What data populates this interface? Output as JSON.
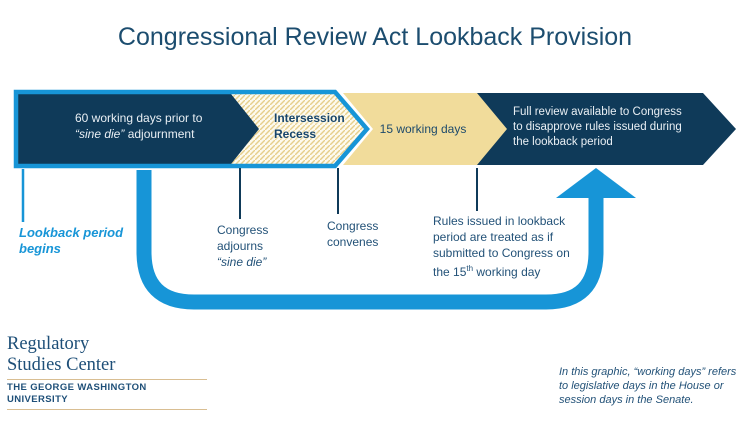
{
  "title": "Congressional Review Act Lookback Provision",
  "colors": {
    "navy": "#0F3A59",
    "bright_blue": "#1795D7",
    "tan": "#F1DC9B",
    "hatch_stripe": "#E6CE8B",
    "navy_text": "#235278",
    "logo_navy": "#1E4F78",
    "logo_rule_tan": "#D9BE92"
  },
  "timeline": {
    "segment1": {
      "line1": "60 working days prior to",
      "line2_italic": "“sine die”",
      "line2_rest": " adjournment"
    },
    "segment2": {
      "line1": "Intersession",
      "line2": "Recess"
    },
    "segment3": {
      "label": "15 working days"
    },
    "segment4": {
      "line1": "Full review available to Congress",
      "line2": "to disapprove rules issued during",
      "line3": "the lookback period"
    }
  },
  "callouts": {
    "lookback": {
      "line1": "Lookback period",
      "line2": "begins"
    },
    "adjourns": {
      "line1": "Congress",
      "line2": "adjourns",
      "line3": "“sine die”"
    },
    "convenes": {
      "line1": "Congress",
      "line2": "convenes"
    },
    "rules": {
      "line1": "Rules issued in lookback",
      "line2": "period are treated as if",
      "line3": "submitted to Congress on",
      "line4_pre": "the 15",
      "line4_sup": "th",
      "line4_post": " working day"
    }
  },
  "footnote": {
    "line1": "In this graphic, “working days” refers",
    "line2": "to legislative days in the House or",
    "line3": "session days in the Senate."
  },
  "logo": {
    "line1": "Regulatory",
    "line2": "Studies Center",
    "subline": "THE GEORGE WASHINGTON UNIVERSITY"
  }
}
